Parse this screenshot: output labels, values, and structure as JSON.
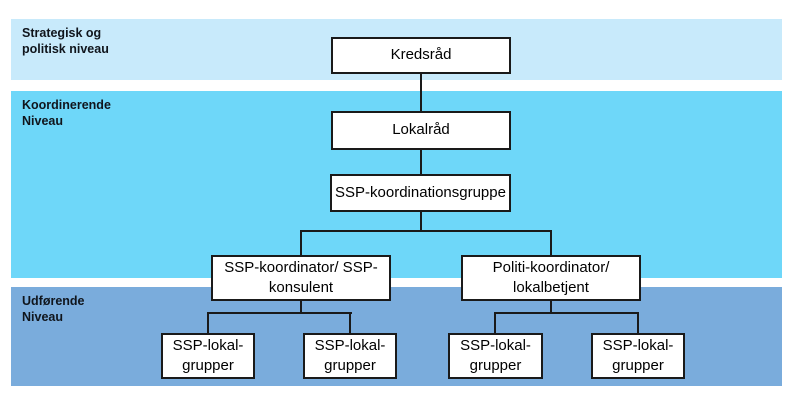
{
  "diagram": {
    "levels": [
      {
        "name": "strategic",
        "label_line1": "Strategisk og",
        "label_line2": "politisk niveau"
      },
      {
        "name": "coordinating",
        "label_line1": "Koordinerende",
        "label_line2": "Niveau"
      },
      {
        "name": "executing",
        "label_line1": "Udførende",
        "label_line2": "Niveau"
      }
    ],
    "nodes": {
      "kredsraad": {
        "label": "Kredsråd"
      },
      "lokalraad": {
        "label": "Lokalråd"
      },
      "koordinationsgruppe": {
        "label": "SSP-koordinationsgruppe"
      },
      "ssp_koordinator": {
        "line1": "SSP-koordinator/ SSP-",
        "line2": "konsulent"
      },
      "politi_koordinator": {
        "line1": "Politi-koordinator/",
        "line2": "lokalbetjent"
      },
      "lokalgrupper": [
        {
          "line1": "SSP-lokal-",
          "line2": "grupper"
        },
        {
          "line1": "SSP-lokal-",
          "line2": "grupper"
        },
        {
          "line1": "SSP-lokal-",
          "line2": "grupper"
        },
        {
          "line1": "SSP-lokal-",
          "line2": "grupper"
        }
      ]
    },
    "colors": {
      "strategic_band": "#c8eafb",
      "coordinating_band": "#6ed7f9",
      "executing_band": "#7aacdc",
      "box_fill": "#ffffff",
      "box_border": "#1a1a1a",
      "connector": "#1a1a1a",
      "label_text": "#10151c"
    }
  }
}
